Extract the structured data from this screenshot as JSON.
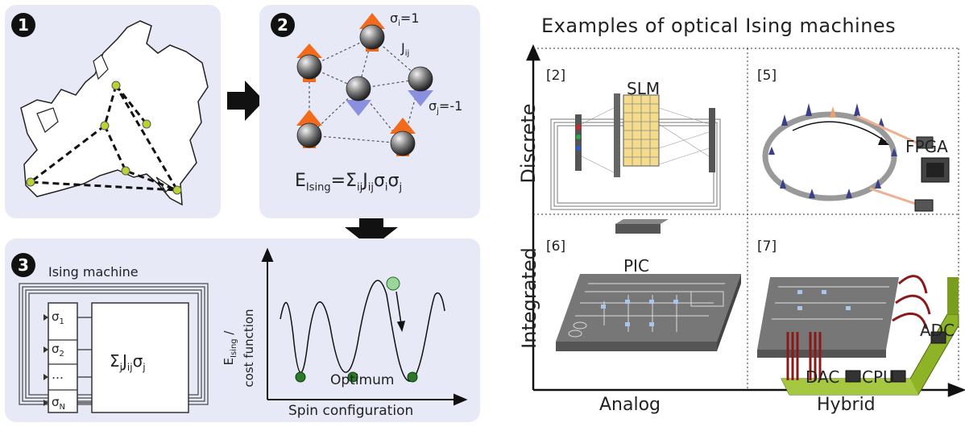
{
  "panels": {
    "p1": {
      "badge": "1"
    },
    "p2": {
      "badge": "2",
      "sigma_i_label": "σ",
      "sigma_i_sub": "i",
      "sigma_i_value": "=1",
      "sigma_j_label": "σ",
      "sigma_j_sub": "j",
      "sigma_j_value": "=-1",
      "coupling_label": "J",
      "coupling_sub": "ij",
      "energy": {
        "E": "E",
        "sub": "Ising",
        "eq": "=Σ",
        "sum_sub": "ij",
        "J": "J",
        "J_sub": "ij",
        "s1": "σ",
        "s1_sub": "i",
        "s2": "σ",
        "s2_sub": "j"
      }
    },
    "p3": {
      "badge": "3",
      "machine_title": "Ising machine",
      "inputs": [
        {
          "s": "σ",
          "sub": "1"
        },
        {
          "s": "σ",
          "sub": "2"
        },
        {
          "s": "…",
          "sub": ""
        },
        {
          "s": "σ",
          "sub": "N"
        }
      ],
      "box_formula": {
        "sigma": "Σ",
        "sub_j": "j",
        "J": "J",
        "J_sub": "ij",
        "s": "σ",
        "s_sub": "j"
      },
      "ylabel_E": "E",
      "ylabel_sub": "Ising",
      "ylabel_rest": " /",
      "ylabel_line2": "cost function",
      "xlabel": "Spin configuration",
      "optimum": "Optimum"
    }
  },
  "right": {
    "title": "Examples of optical Ising machines",
    "row_labels": [
      "Discrete",
      "Integrated"
    ],
    "col_labels": [
      "Analog",
      "Hybrid"
    ],
    "cells": [
      {
        "ref": "[2]",
        "label": "SLM"
      },
      {
        "ref": "[5]",
        "label": "FPGA"
      },
      {
        "ref": "[6]",
        "label": "PIC"
      },
      {
        "ref": "[7]",
        "labels": [
          "ADC",
          "DAC",
          "CPU"
        ]
      }
    ]
  },
  "colors": {
    "panel": "#e8e9f7",
    "up_arrow": "#f26b1d",
    "down_arrow": "#8b8fe0",
    "optimum": "#2a7a2a",
    "node": "#b8d432"
  }
}
